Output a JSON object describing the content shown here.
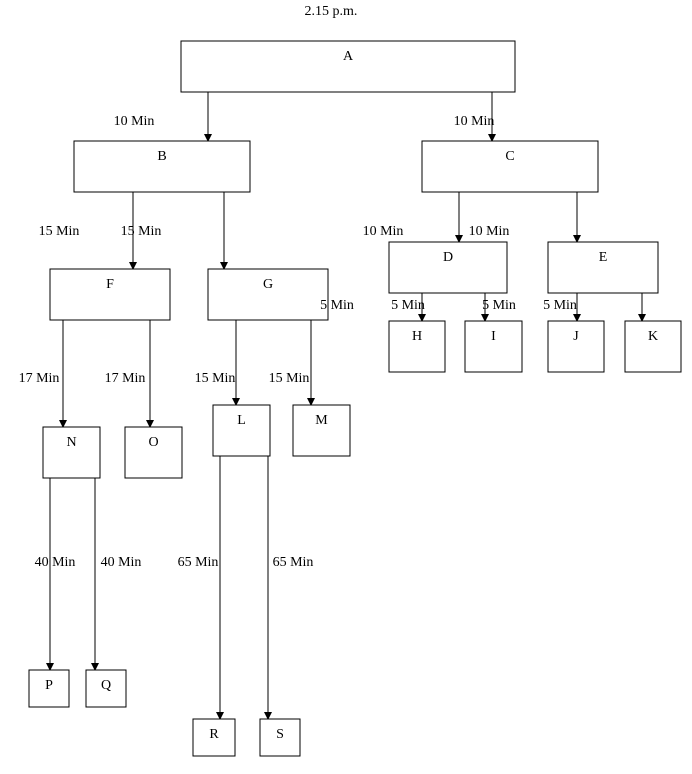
{
  "header_time": "2.15 p.m.",
  "nodes": [
    {
      "id": "A",
      "label": "A"
    },
    {
      "id": "B",
      "label": "B"
    },
    {
      "id": "C",
      "label": "C"
    },
    {
      "id": "D",
      "label": "D"
    },
    {
      "id": "E",
      "label": "E"
    },
    {
      "id": "F",
      "label": "F"
    },
    {
      "id": "G",
      "label": "G"
    },
    {
      "id": "H",
      "label": "H"
    },
    {
      "id": "I",
      "label": "I"
    },
    {
      "id": "J",
      "label": "J"
    },
    {
      "id": "K",
      "label": "K"
    },
    {
      "id": "L",
      "label": "L"
    },
    {
      "id": "M",
      "label": "M"
    },
    {
      "id": "N",
      "label": "N"
    },
    {
      "id": "O",
      "label": "O"
    },
    {
      "id": "P",
      "label": "P"
    },
    {
      "id": "Q",
      "label": "Q"
    },
    {
      "id": "R",
      "label": "R"
    },
    {
      "id": "S",
      "label": "S"
    }
  ],
  "edges": [
    {
      "from": "A",
      "to": "B",
      "label": "10 Min"
    },
    {
      "from": "A",
      "to": "C",
      "label": "10 Min"
    },
    {
      "from": "B",
      "to": "F",
      "label": "15 Min"
    },
    {
      "from": "B",
      "to": "G",
      "label": "15 Min"
    },
    {
      "from": "C",
      "to": "D",
      "label": "10 Min"
    },
    {
      "from": "C",
      "to": "E",
      "label": "10 Min"
    },
    {
      "from": "D",
      "to": "H",
      "label": "5 Min"
    },
    {
      "from": "D",
      "to": "I",
      "label": "5 Min"
    },
    {
      "from": "E",
      "to": "J",
      "label": "5 Min"
    },
    {
      "from": "E",
      "to": "K",
      "label": "5 Min"
    },
    {
      "from": "F",
      "to": "N",
      "label": "17 Min"
    },
    {
      "from": "F",
      "to": "O",
      "label": "17 Min"
    },
    {
      "from": "G",
      "to": "L",
      "label": "15 Min"
    },
    {
      "from": "G",
      "to": "M",
      "label": "15 Min"
    },
    {
      "from": "N",
      "to": "P",
      "label": "40 Min"
    },
    {
      "from": "N",
      "to": "Q",
      "label": "40 Min"
    },
    {
      "from": "L",
      "to": "R",
      "label": "65 Min"
    },
    {
      "from": "L",
      "to": "S",
      "label": "65 Min"
    }
  ]
}
